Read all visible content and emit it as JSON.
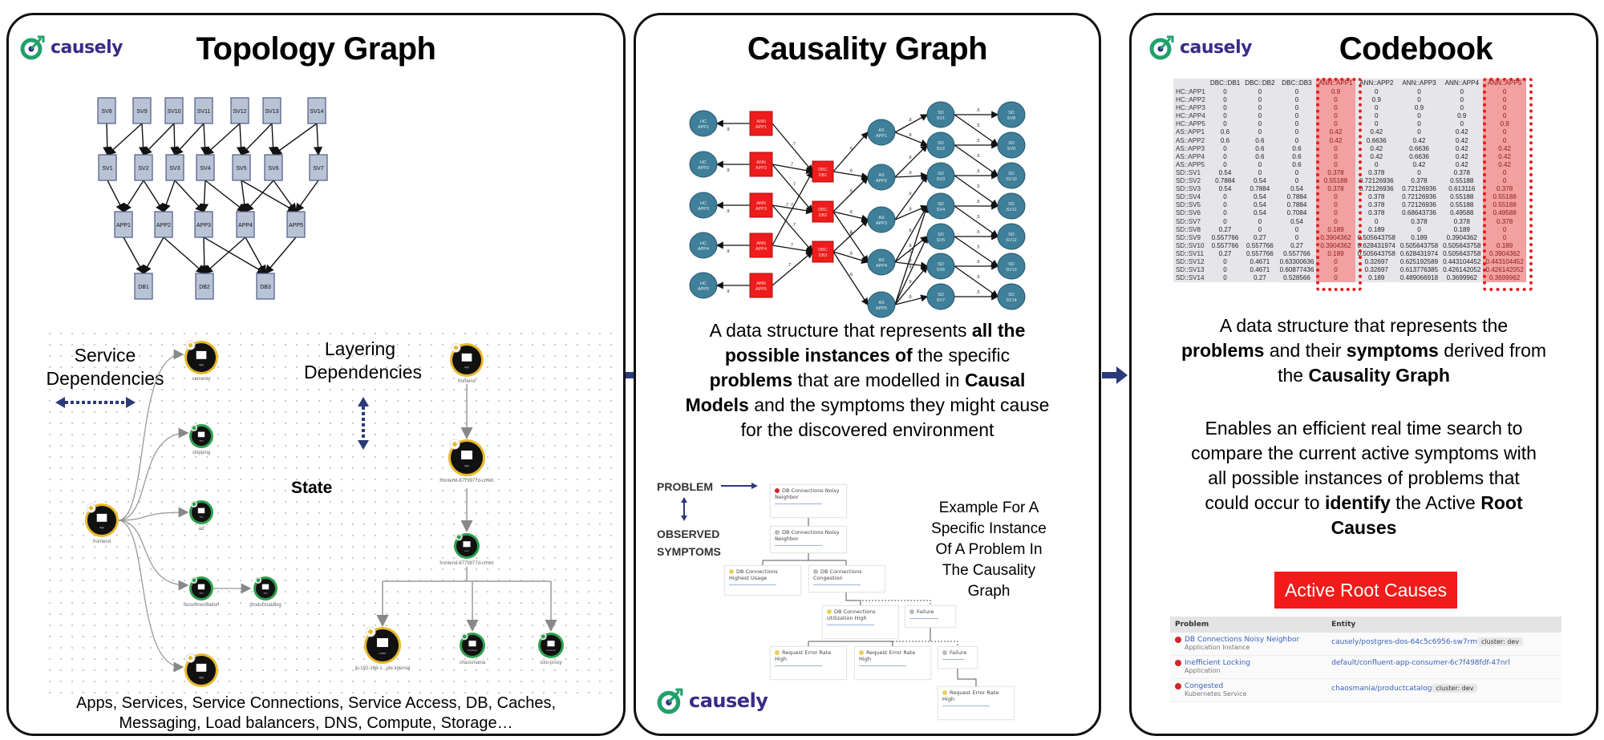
{
  "brand": {
    "name": "causely",
    "colors": {
      "logo_green": "#22a06b",
      "logo_purple": "#3b2a86",
      "accent_red": "#f21a1a",
      "node_teal": "#3f7f99",
      "node_red": "#ee1c1c",
      "arrow_navy": "#2b3a78"
    }
  },
  "panels": {
    "topology": {
      "title": "Topology Graph",
      "graph": {
        "nodes_row1": [
          "SV8",
          "SV9",
          "SV10",
          "SV11",
          "SV12",
          "SV13",
          "SV14"
        ],
        "nodes_row2": [
          "SV1",
          "SV2",
          "SV3",
          "SV4",
          "SV5",
          "SV6",
          "SV7"
        ],
        "nodes_row3": [
          "APP1",
          "APP2",
          "APP3",
          "APP4",
          "APP5"
        ],
        "nodes_row4": [
          "DB1",
          "DB2",
          "DB3"
        ],
        "edges": [
          [
            "SV8",
            "SV1"
          ],
          [
            "SV9",
            "SV1"
          ],
          [
            "SV9",
            "SV2"
          ],
          [
            "SV10",
            "SV2"
          ],
          [
            "SV10",
            "SV3"
          ],
          [
            "SV11",
            "SV3"
          ],
          [
            "SV11",
            "SV4"
          ],
          [
            "SV12",
            "SV4"
          ],
          [
            "SV12",
            "SV5"
          ],
          [
            "SV13",
            "SV5"
          ],
          [
            "SV13",
            "SV6"
          ],
          [
            "SV14",
            "SV6"
          ],
          [
            "SV14",
            "SV7"
          ],
          [
            "SV1",
            "APP1"
          ],
          [
            "SV2",
            "APP1"
          ],
          [
            "SV2",
            "APP2"
          ],
          [
            "SV3",
            "APP2"
          ],
          [
            "SV3",
            "APP3"
          ],
          [
            "SV4",
            "APP3"
          ],
          [
            "SV4",
            "APP4"
          ],
          [
            "SV5",
            "APP4"
          ],
          [
            "SV5",
            "APP5"
          ],
          [
            "SV6",
            "APP4"
          ],
          [
            "SV6",
            "APP5"
          ],
          [
            "SV7",
            "APP5"
          ],
          [
            "APP1",
            "DB1"
          ],
          [
            "APP2",
            "DB1"
          ],
          [
            "APP2",
            "DB2"
          ],
          [
            "APP3",
            "DB2"
          ],
          [
            "APP3",
            "DB3"
          ],
          [
            "APP4",
            "DB2"
          ],
          [
            "APP4",
            "DB3"
          ],
          [
            "APP5",
            "DB3"
          ]
        ]
      },
      "labels": {
        "service_dependencies": "Service Dependencies",
        "layering_dependencies": "Layering Dependencies",
        "state": "State"
      },
      "service_map": {
        "source": {
          "name": "frontend",
          "type": "app",
          "status": "warning"
        },
        "targets": [
          {
            "name": "currency",
            "type": "app",
            "status": "warning"
          },
          {
            "name": "shipping",
            "type": "app",
            "status": "ok"
          },
          {
            "name": "ad",
            "type": "app",
            "status": "ok"
          },
          {
            "name": "recommendation",
            "type": "app",
            "status": "ok"
          },
          {
            "name": "",
            "type": "app",
            "status": "warning"
          }
        ],
        "chained": {
          "from": "recommendation",
          "name": "productcatalog",
          "type": "app",
          "status": "ok"
        }
      },
      "layer_map": {
        "nodes": [
          {
            "name": "frontend",
            "type": "app",
            "status": "warning"
          },
          {
            "name": "frontend-8779977d-crhkh",
            "type": "app",
            "status": "warning"
          },
          {
            "name": "frontend-8779977d-crhkh",
            "type": "pod",
            "status": "ok"
          }
        ],
        "leaves": [
          {
            "name": "ip-192-168-1...ute.internal",
            "type": "node",
            "status": "warning"
          },
          {
            "name": "chaosmania",
            "type": "container",
            "status": "ok"
          },
          {
            "name": "istio-proxy",
            "type": "container",
            "status": "ok"
          }
        ]
      },
      "caption_line1": "Apps, Services, Service Connections, Service Access, DB, Caches,",
      "caption_line2": "Messaging, Load balancers, DNS, Compute, Storage…"
    },
    "causality": {
      "title": "Causality Graph",
      "graph": {
        "hc": [
          "HC APP1",
          "HC APP2",
          "HC APP3",
          "HC APP4",
          "HC APP5"
        ],
        "ann": [
          "ANN APP1",
          "ANN APP2",
          "ANN APP3",
          "ANN APP4",
          "ANN APP5"
        ],
        "dbc": [
          "DBC DB1",
          "DBC DB2",
          "DBC DB3"
        ],
        "as": [
          "AS APP1",
          "AS APP2",
          "AS APP3",
          "AS APP4",
          "AS APP5"
        ],
        "sd_mid": [
          "SD SV1",
          "SD SV2",
          "SD SV3",
          "SD SV4",
          "SD SV5",
          "SD SV6",
          "SD SV7"
        ],
        "sd_right": [
          "SD SV8",
          "SD SV9",
          "SD SV10",
          "SD SV11",
          "SD SV12",
          "SD SV13",
          "SD SV14"
        ],
        "weights": {
          "ann_hc": ".9",
          "ann_dbc": ".7",
          "dbc_as": ".6",
          "as_sd": ".9",
          "sd_sd": ".5"
        },
        "edges_ann_dbc": [
          [
            0,
            0
          ],
          [
            1,
            0
          ],
          [
            1,
            1
          ],
          [
            2,
            1
          ],
          [
            2,
            2
          ],
          [
            3,
            0
          ],
          [
            3,
            2
          ],
          [
            4,
            2
          ]
        ],
        "edges_dbc_as": [
          [
            0,
            0
          ],
          [
            0,
            1
          ],
          [
            1,
            1
          ],
          [
            1,
            2
          ],
          [
            1,
            3
          ],
          [
            2,
            2
          ],
          [
            2,
            3
          ],
          [
            2,
            4
          ]
        ],
        "edges_as_sd": [
          [
            0,
            0
          ],
          [
            0,
            1
          ],
          [
            1,
            1
          ],
          [
            1,
            2
          ],
          [
            2,
            2
          ],
          [
            2,
            3
          ],
          [
            3,
            3
          ],
          [
            3,
            4
          ],
          [
            3,
            5
          ],
          [
            4,
            3
          ],
          [
            4,
            4
          ],
          [
            4,
            5
          ],
          [
            4,
            6
          ]
        ],
        "edges_sd_sd": [
          [
            0,
            0
          ],
          [
            0,
            1
          ],
          [
            1,
            1
          ],
          [
            1,
            2
          ],
          [
            2,
            2
          ],
          [
            2,
            3
          ],
          [
            3,
            3
          ],
          [
            3,
            4
          ],
          [
            4,
            4
          ],
          [
            4,
            5
          ],
          [
            5,
            5
          ],
          [
            5,
            6
          ],
          [
            6,
            6
          ]
        ]
      },
      "desc": {
        "p1": "A data structure that represents ",
        "b1": "all the possible instances of",
        "p2": " the specific ",
        "b2": "problems",
        "p3": " that are modelled in ",
        "b3": "Causal Models",
        "p4": " and the symptoms they might cause for the discovered environment"
      },
      "problem_label": "PROBLEM",
      "symptoms_label": "OBSERVED SYMPTOMS",
      "example_text": "Example For A Specific Instance Of A Problem In The Causality Graph",
      "cards": [
        {
          "title": "DB Connections Noisy Neighbor",
          "kind": "problem"
        },
        {
          "title": "DB Connections Noisy Neighbor",
          "kind": "symptom"
        },
        {
          "title": "DB Connections Highest Usage",
          "kind": "warning"
        },
        {
          "title": "DB Connections Congestion",
          "kind": "symptom"
        },
        {
          "title": "DB Connections Utilization High",
          "kind": "warning"
        },
        {
          "title": "Failure",
          "kind": "symptom"
        },
        {
          "title": "Request Error Rate High",
          "kind": "warning"
        },
        {
          "title": "Request Error Rate High",
          "kind": "warning"
        },
        {
          "title": "Failure",
          "kind": "symptom"
        },
        {
          "title": "Request Error Rate High",
          "kind": "warning"
        }
      ]
    },
    "codebook": {
      "title": "Codebook",
      "columns": [
        "DBC::DB1",
        "DBC::DB2",
        "DBC::DB3",
        "ANN::APP1",
        "ANN::APP2",
        "ANN::APP3",
        "ANN::APP4",
        "ANN::APP5"
      ],
      "highlighted_columns": [
        "ANN::APP1",
        "ANN::APP5"
      ],
      "rows": [
        {
          "name": "HC::APP1",
          "v": [
            "0",
            "0",
            "0",
            "0.9",
            "0",
            "0",
            "0",
            "0"
          ]
        },
        {
          "name": "HC::APP2",
          "v": [
            "0",
            "0",
            "0",
            "0",
            "0.9",
            "0",
            "0",
            "0"
          ]
        },
        {
          "name": "HC::APP3",
          "v": [
            "0",
            "0",
            "0",
            "0",
            "0",
            "0.9",
            "0",
            "0"
          ]
        },
        {
          "name": "HC::APP4",
          "v": [
            "0",
            "0",
            "0",
            "0",
            "0",
            "0",
            "0.9",
            "0"
          ]
        },
        {
          "name": "HC::APP5",
          "v": [
            "0",
            "0",
            "0",
            "0",
            "0",
            "0",
            "0",
            "0.9"
          ]
        },
        {
          "name": "AS::APP1",
          "v": [
            "0.6",
            "0",
            "0",
            "0.42",
            "0.42",
            "0",
            "0.42",
            "0"
          ]
        },
        {
          "name": "AS::APP2",
          "v": [
            "0.6",
            "0.6",
            "0",
            "0.42",
            "0.6636",
            "0.42",
            "0.42",
            "0"
          ]
        },
        {
          "name": "AS::APP3",
          "v": [
            "0",
            "0.6",
            "0.6",
            "0",
            "0.42",
            "0.6636",
            "0.42",
            "0.42"
          ]
        },
        {
          "name": "AS::APP4",
          "v": [
            "0",
            "0.6",
            "0.6",
            "0",
            "0.42",
            "0.6636",
            "0.42",
            "0.42"
          ]
        },
        {
          "name": "AS::APP5",
          "v": [
            "0",
            "0",
            "0.6",
            "0",
            "0",
            "0.42",
            "0.42",
            "0.42"
          ]
        },
        {
          "name": "SD::SV1",
          "v": [
            "0.54",
            "0",
            "0",
            "0.378",
            "0.378",
            "0",
            "0.378",
            "0"
          ]
        },
        {
          "name": "SD::SV2",
          "v": [
            "0.7884",
            "0.54",
            "0",
            "0.55188",
            "0.72126936",
            "0.378",
            "0.55188",
            "0"
          ]
        },
        {
          "name": "SD::SV3",
          "v": [
            "0.54",
            "0.7884",
            "0.54",
            "0.378",
            "0.72126936",
            "0.72126936",
            "0.613116",
            "0.378"
          ]
        },
        {
          "name": "SD::SV4",
          "v": [
            "0",
            "0.54",
            "0.7884",
            "0",
            "0.378",
            "0.72126936",
            "0.55188",
            "0.55188"
          ]
        },
        {
          "name": "SD::SV5",
          "v": [
            "0",
            "0.54",
            "0.7884",
            "0",
            "0.378",
            "0.72126936",
            "0.55188",
            "0.55188"
          ]
        },
        {
          "name": "SD::SV6",
          "v": [
            "0",
            "0.54",
            "0.7084",
            "0",
            "0.378",
            "0.68643736",
            "0.49588",
            "0.49588"
          ]
        },
        {
          "name": "SD::SV7",
          "v": [
            "0",
            "0",
            "0.54",
            "0",
            "0",
            "0.378",
            "0.378",
            "0.378"
          ]
        },
        {
          "name": "SD::SV8",
          "v": [
            "0.27",
            "0",
            "0",
            "0.189",
            "0.189",
            "0",
            "0.189",
            "0"
          ]
        },
        {
          "name": "SD::SV9",
          "v": [
            "0.557766",
            "0.27",
            "0",
            "0.3904362",
            "0.505643758",
            "0.189",
            "0.3904362",
            "0"
          ]
        },
        {
          "name": "SD::SV10",
          "v": [
            "0.557766",
            "0.557766",
            "0.27",
            "0.3904362",
            "0.628431974",
            "0.505643758",
            "0.505643758",
            "0.189"
          ]
        },
        {
          "name": "SD::SV11",
          "v": [
            "0.27",
            "0.557766",
            "0.557766",
            "0.189",
            "0.505643758",
            "0.628431974",
            "0.505643758",
            "0.3904362"
          ]
        },
        {
          "name": "SD::SV12",
          "v": [
            "0",
            "0.4671",
            "0.63300636",
            "0",
            "0.32697",
            "0.625192589",
            "0.443104452",
            "0.443104452"
          ]
        },
        {
          "name": "SD::SV13",
          "v": [
            "0",
            "0.4671",
            "0.60877436",
            "0",
            "0.32697",
            "0.613776385",
            "0.426142052",
            "0.426142052"
          ]
        },
        {
          "name": "SD::SV14",
          "v": [
            "0",
            "0.27",
            "0.528566",
            "0",
            "0.189",
            "0.489066918",
            "0.3699962",
            "0.3699962"
          ]
        }
      ],
      "desc1": {
        "p1": "A data structure that represents the ",
        "b1": "problems",
        "p2": " and their ",
        "b2": "symptoms",
        "p3": " derived from the ",
        "b3": "Causality Graph"
      },
      "desc2": {
        "p1": "Enables an efficient real time search to compare the current active symptoms with all possible instances of problems that could occur to ",
        "b1": "identify",
        "p2": " the Active ",
        "b2": "Root Causes"
      },
      "active_root_causes_label": "Active Root Causes",
      "root_cause_table": {
        "headers": [
          "Problem",
          "Entity"
        ],
        "rows": [
          {
            "problem": "DB Connections Noisy Neighbor",
            "type": "Application Instance",
            "entity": "causely/postgres-dos-64c5c6956-sw7rm",
            "chip": "cluster: dev"
          },
          {
            "problem": "Inefficient Locking",
            "type": "Application",
            "entity": "default/confluent-app-consumer-6c7f498fdf-47nrl",
            "chip": ""
          },
          {
            "problem": "Congested",
            "type": "Kubernetes Service",
            "entity": "chaosmania/productcatalog",
            "chip": "cluster: dev"
          }
        ]
      }
    }
  }
}
